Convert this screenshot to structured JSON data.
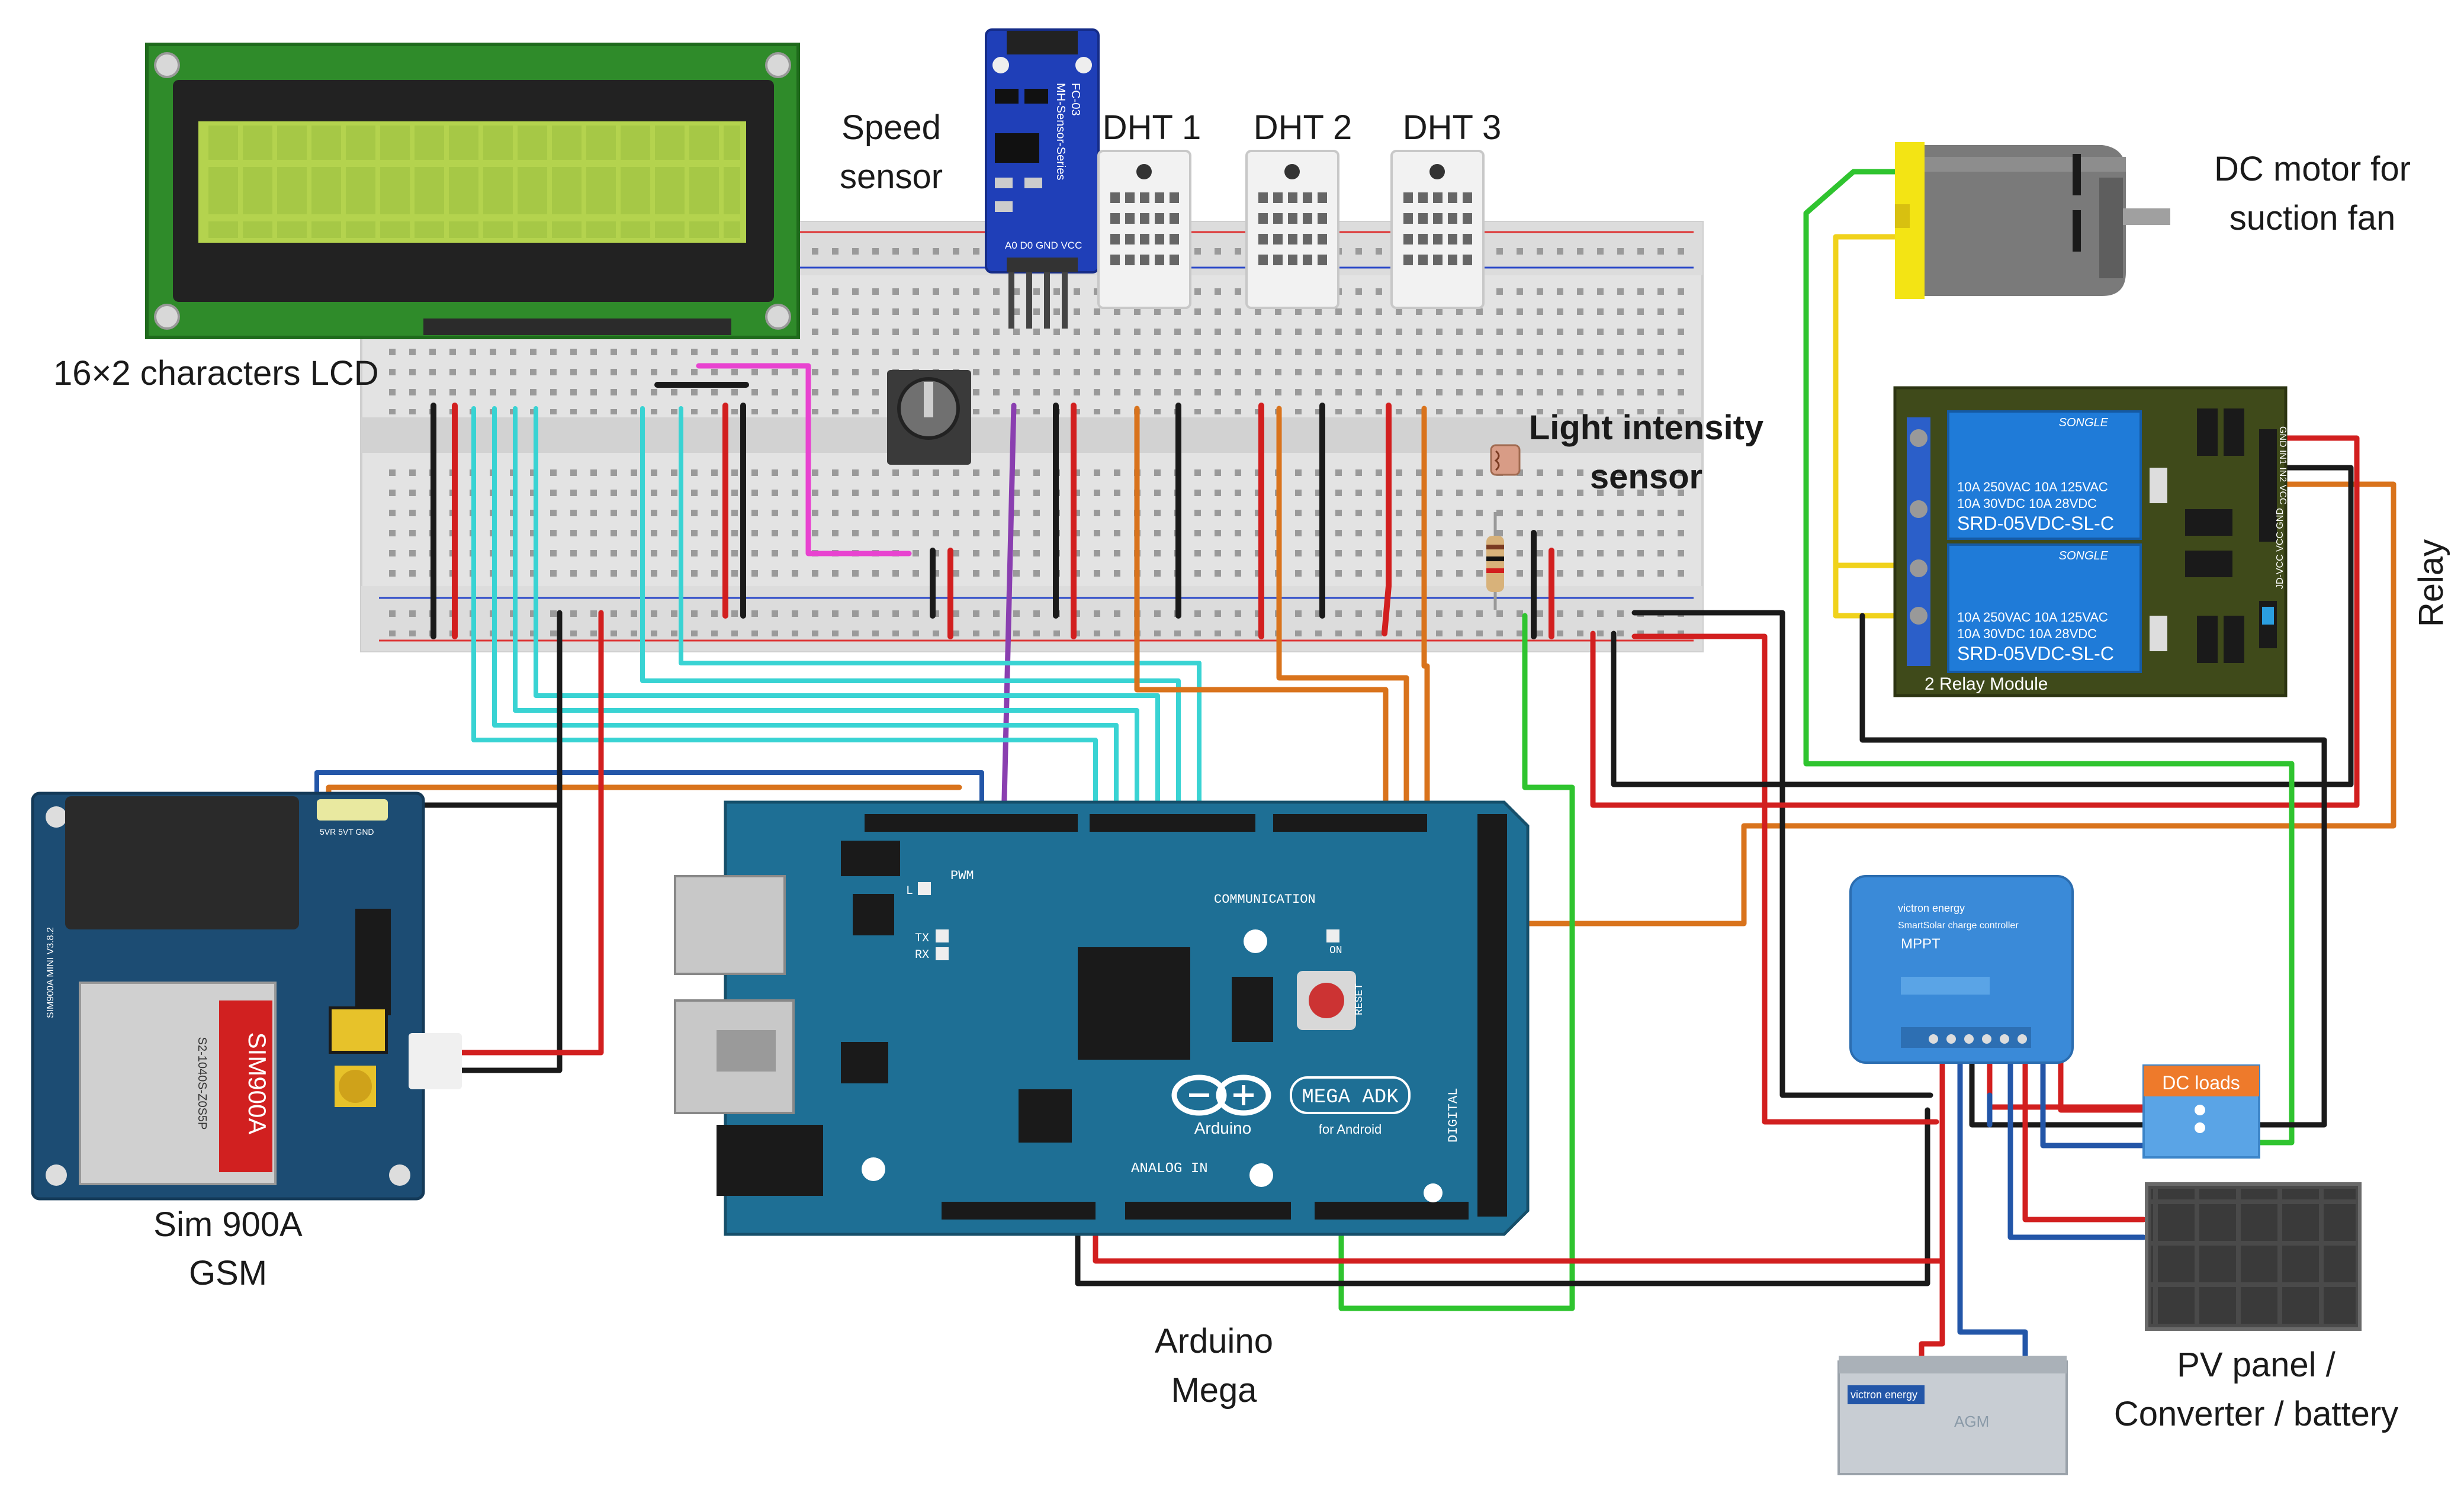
{
  "labels": {
    "lcd": "16×2 characters LCD",
    "speed_sensor_line1": "Speed",
    "speed_sensor_line2": "sensor",
    "dht1": "DHT 1",
    "dht2": "DHT 2",
    "dht3": "DHT 3",
    "motor_line1": "DC motor for",
    "motor_line2": "suction fan",
    "light_line1": "Light intensity",
    "light_line2": "sensor",
    "relay": "Relay",
    "gsm_line1": "Sim 900A",
    "gsm_line2": "GSM",
    "arduino_line1": "Arduino",
    "arduino_line2": "Mega",
    "pv_line1": "PV panel /",
    "pv_line2": "Converter / battery"
  },
  "board_text": {
    "speed_module_title": "FC-03",
    "speed_module_series": "MH-Sensor-Series",
    "speed_module_pins": "A0 D0 GND VCC",
    "relay_brand": "SONGLE",
    "relay_rating_1": "10A 250VAC  10A 125VAC",
    "relay_rating_2": "10A  30VDC  10A  28VDC",
    "relay_part": "SRD-05VDC-SL-C",
    "relay_module": "2 Relay Module",
    "relay_pins_in": "GND IN1 IN2 VCC",
    "relay_pins_jd": "JD-VCC VCC GND",
    "gsm_chip": "SIM900A",
    "gsm_chip_part": "S2-1040S-Z0S5P",
    "gsm_board": "SIM900A MINI V3.8.2",
    "gsm_pins": "5VR 5VT GND",
    "arduino_logo": "Arduino",
    "arduino_badge": "MEGA ADK",
    "arduino_badge_sub": "for Android",
    "arduino_pwm": "PWM",
    "arduino_comm": "COMMUNICATION",
    "arduino_analog": "ANALOG IN",
    "arduino_digital": "DIGITAL",
    "arduino_reset": "RESET",
    "arduino_on": "ON",
    "arduino_tx": "TX",
    "arduino_rx": "RX",
    "arduino_l": "L",
    "mppt_brand": "victron energy",
    "mppt_title": "SmartSolar charge controller",
    "mppt_model": "MPPT",
    "dc_loads": "DC loads",
    "battery_brand": "victron energy",
    "battery_type": "AGM"
  },
  "colors": {
    "lcd_pcb": "#2f8b2a",
    "lcd_screen": "#b4d34e",
    "breadboard": "#e6e6e6",
    "dht_body": "#f2f2f2",
    "speed_pcb": "#1f3fb8",
    "arduino_pcb": "#1e6f95",
    "gsm_pcb": "#1c4c73",
    "relay_pcb": "#3f4a1a",
    "relay_block": "#1f7bd8",
    "mppt": "#3a8ad8",
    "dc_loads_header": "#ee7a2b",
    "solar_panel": "#4a4a4a",
    "battery": "#c8cdd3",
    "motor": "#7a7a7a",
    "motor_yellow": "#f3e414",
    "wire_black": "#1a1a1a",
    "wire_red": "#d21f1f",
    "wire_orange": "#d9731c",
    "wire_cyan": "#39d3d3",
    "wire_green": "#2fc42f",
    "wire_yellow": "#f0d21c",
    "wire_blue": "#2356a8",
    "wire_magenta": "#e843d0",
    "wire_purple": "#8a3fb0"
  }
}
